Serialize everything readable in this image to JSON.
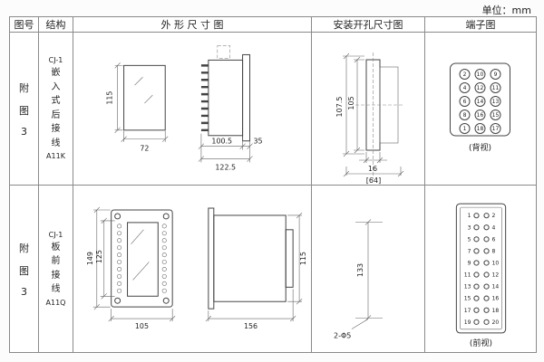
{
  "unit_label": "单位：mm",
  "table": {
    "headers": [
      "图号",
      "结构",
      "外 形 尺 寸 图",
      "安装开孔尺寸图",
      "端子图"
    ]
  },
  "rows": [
    {
      "fig_lines": [
        "附",
        "图",
        "3"
      ],
      "structure_lines": [
        "CJ-1",
        "嵌",
        "入",
        "式",
        "后",
        "接",
        "线",
        "A11K"
      ],
      "outline_dims": {
        "height": "115",
        "width": "72",
        "depth": "100.5",
        "flange": "35",
        "total": "122.5"
      },
      "mounting_dims": {
        "outer_h": "107.5",
        "inner_h": "105",
        "slot_w": "16",
        "span": "[64]"
      },
      "terminal": {
        "caption": "(背视)",
        "grid": [
          [
            "2",
            "10",
            "9"
          ],
          [
            "4",
            "12",
            "11"
          ],
          [
            "6",
            "14",
            "13"
          ],
          [
            "8",
            "16",
            "15"
          ],
          [
            "1",
            "18",
            "17"
          ]
        ]
      }
    },
    {
      "fig_lines": [
        "附",
        "图",
        "3"
      ],
      "structure_lines": [
        "CJ-1",
        "板",
        "前",
        "接",
        "线",
        "A11Q"
      ],
      "outline_dims": {
        "outer_h": "149",
        "inner_h": "125",
        "width": "105",
        "depth": "156",
        "side_h": "115"
      },
      "mounting_dims": {
        "span": "133",
        "note": "2-Φ5"
      },
      "terminal": {
        "caption": "(前视)",
        "left": [
          "1",
          "3",
          "5",
          "7",
          "9",
          "11",
          "13",
          "15",
          "17",
          "19"
        ],
        "right": [
          "2",
          "4",
          "6",
          "8",
          "10",
          "12",
          "14",
          "16",
          "18",
          "20"
        ]
      }
    }
  ]
}
